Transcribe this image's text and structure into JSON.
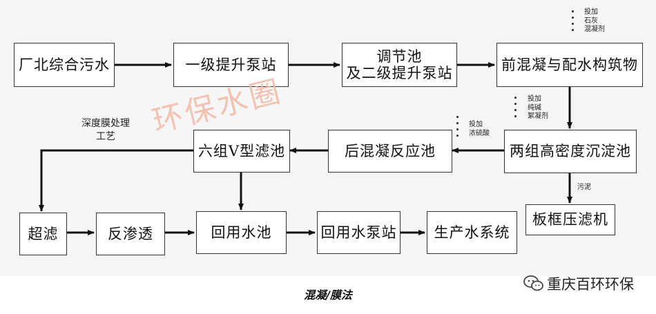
{
  "boxes": {
    "wastewater": "厂北综合污水",
    "lift1": "一级提升泵站",
    "regulating_line1": "调节池",
    "regulating_line2": "及二级提升泵站",
    "precoag": "前混凝与配水构筑物",
    "sedimentation": "两组高密度沉淀池",
    "postcoag": "后混凝反应池",
    "vfilter": "六组V型滤池",
    "filterpress": "板框压滤机",
    "uf": "超滤",
    "ro": "反渗透",
    "reuse_pool": "回用水池",
    "reuse_pump": "回用水泵站",
    "production": "生产水系统"
  },
  "notes": {
    "dose1": [
      "投加",
      "石灰",
      "混凝剂"
    ],
    "dose2": [
      "投加",
      "纯碱",
      "絮凝剂"
    ],
    "dose3": [
      "投加",
      "浓硫酸"
    ],
    "sludge": "污泥",
    "membrane_line1": "深度膜处理",
    "membrane_line2": "工艺"
  },
  "watermark": "环保水圈",
  "caption": "混凝/膜法",
  "brand": "重庆百环环保"
}
